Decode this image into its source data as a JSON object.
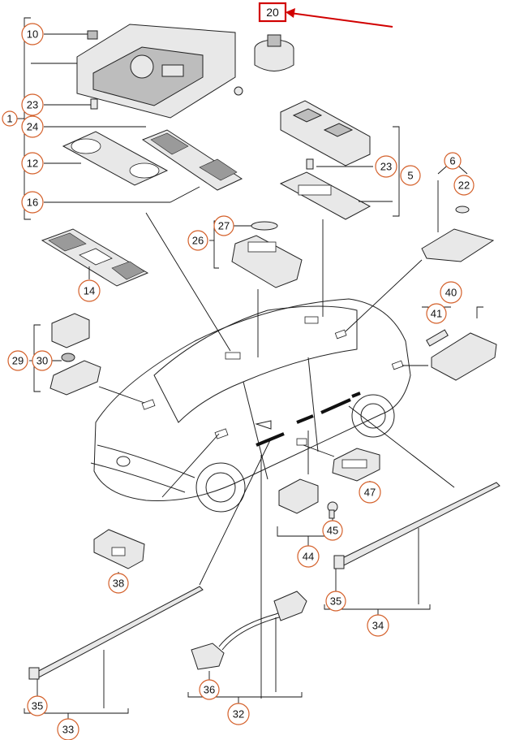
{
  "diagram": {
    "highlight": {
      "label": "20",
      "box_color": "#d10000",
      "arrow_color": "#d10000"
    },
    "callout_color": "#d4602a",
    "callouts": [
      "10",
      "1",
      "23",
      "24",
      "12",
      "16",
      "14",
      "29",
      "30",
      "27",
      "26",
      "20",
      "23",
      "5",
      "6",
      "22",
      "40",
      "41",
      "47",
      "45",
      "44",
      "38",
      "35",
      "34",
      "36",
      "32",
      "35",
      "33"
    ]
  }
}
